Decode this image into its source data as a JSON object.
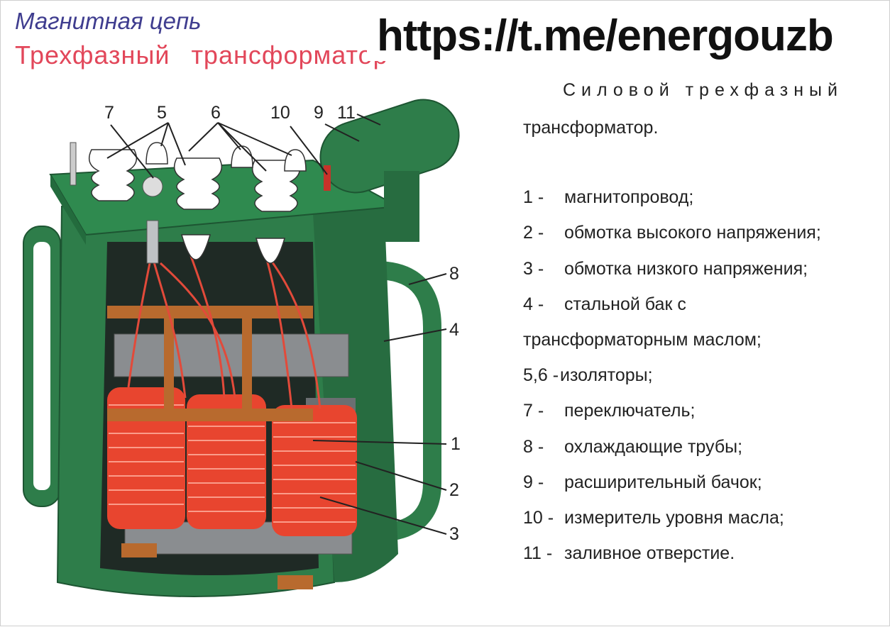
{
  "header": {
    "line1": "Магнитная цепь",
    "line2_a": "Трехфазный",
    "line2_b": "трансформатор"
  },
  "watermark": "https://t.me/energouzb",
  "description": {
    "line1": "Силовой трехфазный",
    "line2": "трансформатор."
  },
  "legend": [
    {
      "num": "1 -",
      "text": "магнитопровод;"
    },
    {
      "num": "2 -",
      "text": "обмотка высокого напряжения;"
    },
    {
      "num": "3 -",
      "text": "обмотка низкого напряжения;"
    },
    {
      "num": "4 -",
      "text": "стальной бак с"
    },
    {
      "num": "",
      "text": "трансформаторным маслом;"
    },
    {
      "num": "5,6 -",
      "text": "изоляторы;"
    },
    {
      "num": "7 -",
      "text": "переключатель;"
    },
    {
      "num": "8 -",
      "text": "охлаждающие трубы;"
    },
    {
      "num": "9 -",
      "text": "расширительный бачок;"
    },
    {
      "num": "10 -",
      "text": "измеритель уровня масла;"
    },
    {
      "num": "11 -",
      "text": "заливное отверстие."
    }
  ],
  "callouts": {
    "c1": "1",
    "c2": "2",
    "c3": "3",
    "c4": "4",
    "c5": "5",
    "c6": "6",
    "c7": "7",
    "c8": "8",
    "c9": "9",
    "c10": "10",
    "c11": "11"
  },
  "colors": {
    "tank": "#2e7d4a",
    "coil": "#e8452f",
    "core": "#7a7a7a",
    "frame": "#b86a2e"
  }
}
